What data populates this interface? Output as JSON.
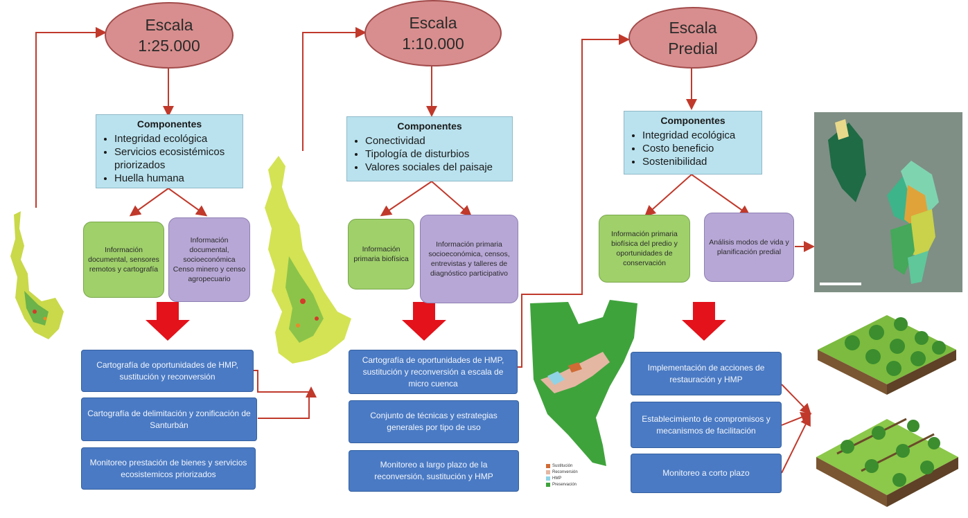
{
  "scales": [
    {
      "title_l1": "Escala",
      "title_l2": "1:25.000",
      "components_title": "Componentes",
      "components": [
        "Integridad ecológica",
        "Servicios ecosistémicos priorizados",
        "Huella humana"
      ],
      "info_green": "Información documental, sensores remotos y cartografía",
      "info_purple": "Información documental, socioeconómica Censo minero y censo agropecuario",
      "outputs": [
        "Cartografía de oportunidades de HMP, sustitución y reconversión",
        "Cartografía de delimitación y zonificación de Santurbán",
        "Monitoreo prestación de bienes y servicios ecosistemicos priorizados"
      ]
    },
    {
      "title_l1": "Escala",
      "title_l2": "1:10.000",
      "components_title": "Componentes",
      "components": [
        "Conectividad",
        "Tipología de disturbios",
        "Valores sociales del paisaje"
      ],
      "info_green": "Información primaria biofísica",
      "info_purple": "Información primaria socioeconómica, censos, entrevistas y talleres de diagnóstico participativo",
      "outputs": [
        "Cartografía de oportunidades de HMP, sustitución y reconversión a escala de micro cuenca",
        "Conjunto de técnicas y estrategias generales por tipo de uso",
        "Monitoreo a largo plazo de la reconversión, sustitución y HMP"
      ]
    },
    {
      "title_l1": "Escala",
      "title_l2": "Predial",
      "components_title": "Componentes",
      "components": [
        "Integridad ecológica",
        "Costo beneficio",
        "Sostenibilidad"
      ],
      "info_green": "Información primaria biofísica del predio y oportunidades de conservación",
      "info_purple": "Análisis modos de vida y planificación predial",
      "outputs": [
        "Implementación de acciones de restauración y HMP",
        "Establecimiento de compromisos y mecanismos de facilitación",
        "Monitoreo a corto plazo"
      ]
    }
  ],
  "map_legend": [
    "Sustitución",
    "Reconversión",
    "HMP",
    "Preservación"
  ],
  "colors": {
    "ellipse": "#d88e8e",
    "components": "#b9e2ee",
    "info_green": "#9fd06a",
    "info_purple": "#b7a7d6",
    "output": "#4a7ac4",
    "connector": "#c0392b",
    "down_arrow": "#e3121b"
  }
}
